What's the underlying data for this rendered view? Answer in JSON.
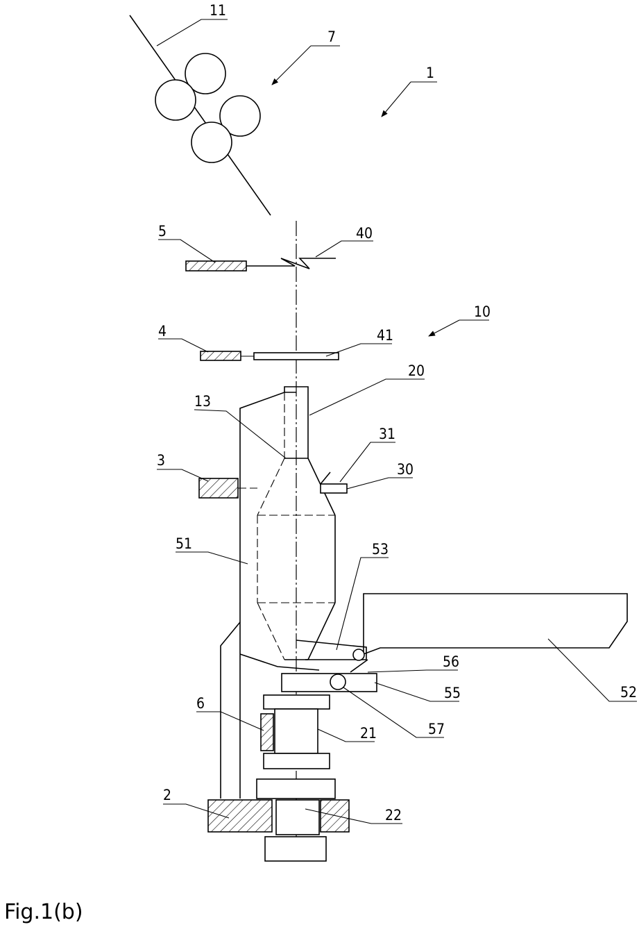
{
  "figure": {
    "caption": "Fig.1(b)",
    "labels": {
      "l11": "11",
      "l7": "7",
      "l1": "1",
      "l5": "5",
      "l40": "40",
      "l10": "10",
      "l4": "4",
      "l41": "41",
      "l20": "20",
      "l13": "13",
      "l31": "31",
      "l3": "3",
      "l30": "30",
      "l51": "51",
      "l53": "53",
      "l56": "56",
      "l55": "55",
      "l52": "52",
      "l57": "57",
      "l6": "6",
      "l21": "21",
      "l2": "2",
      "l22": "22"
    }
  }
}
